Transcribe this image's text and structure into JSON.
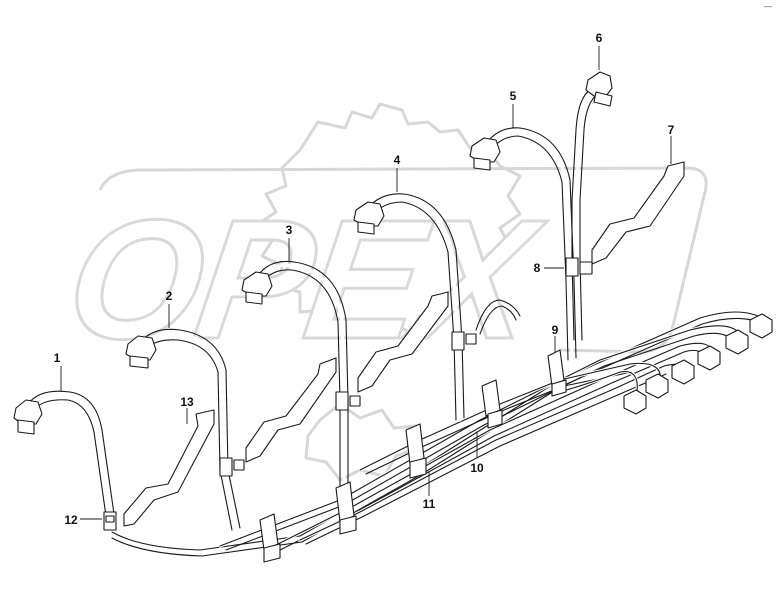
{
  "watermark": {
    "text": "OPEX"
  },
  "corner_mark": "—",
  "callouts": [
    {
      "id": "1",
      "label": "1"
    },
    {
      "id": "2",
      "label": "2"
    },
    {
      "id": "3",
      "label": "3"
    },
    {
      "id": "4",
      "label": "4"
    },
    {
      "id": "5",
      "label": "5"
    },
    {
      "id": "6",
      "label": "6"
    },
    {
      "id": "7",
      "label": "7"
    },
    {
      "id": "8",
      "label": "8"
    },
    {
      "id": "9",
      "label": "9"
    },
    {
      "id": "10",
      "label": "10"
    },
    {
      "id": "11",
      "label": "11"
    },
    {
      "id": "12",
      "label": "12"
    },
    {
      "id": "13",
      "label": "13"
    }
  ]
}
